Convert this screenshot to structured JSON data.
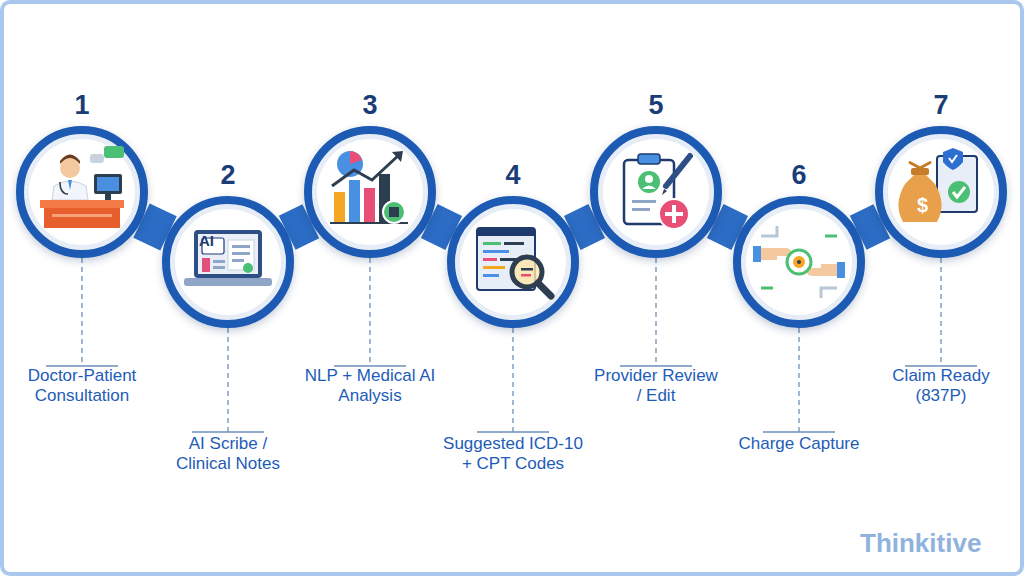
{
  "diagram": {
    "nodes": [
      {
        "text": [
          "1",
          "Doctor-Patient Consultation"
        ]
      },
      {
        "text": [
          "2",
          "AI Scribe / Clinical Notes"
        ]
      },
      {
        "text": [
          "3",
          "NLP + Medical AI Analysis"
        ]
      },
      {
        "text": [
          "4",
          "Suggested ICD-10 + CPT Codes"
        ]
      },
      {
        "text": [
          "5",
          "Provider Review / Edit"
        ]
      },
      {
        "text": [
          "6",
          "Charge Capture"
        ]
      },
      {
        "text": [
          "7",
          "Claim Ready (837P)"
        ]
      }
    ],
    "edges": [
      {
        "from": 0,
        "to": 1,
        "arrow": "none"
      },
      {
        "from": 1,
        "to": 2,
        "arrow": "none"
      },
      {
        "from": 2,
        "to": 3,
        "arrow": "none"
      },
      {
        "from": 3,
        "to": 4,
        "arrow": "none"
      },
      {
        "from": 4,
        "to": 5,
        "arrow": "none"
      },
      {
        "from": 5,
        "to": 6,
        "arrow": "none"
      }
    ],
    "labels": [
      "AI",
      "$",
      "Thinkitive"
    ]
  }
}
